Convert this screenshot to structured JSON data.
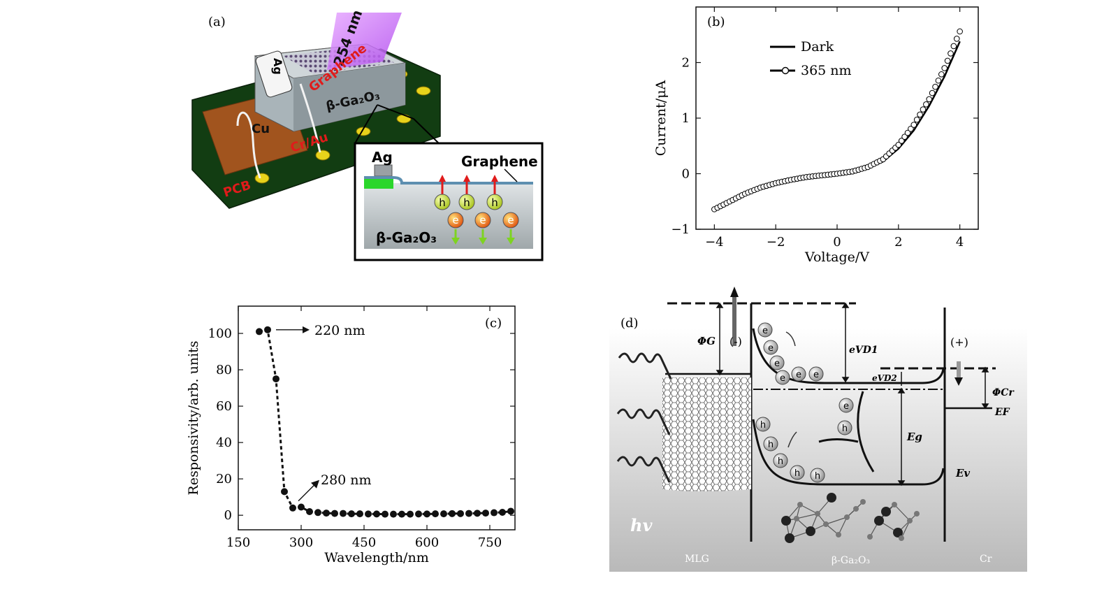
{
  "panels": {
    "a": {
      "label": "(a)",
      "uv": "254 nm",
      "ag_top": "Ag",
      "graphene_top": "Graphene",
      "substrate_top": "β-Ga₂O₃",
      "cu": "Cu",
      "crau": "Cr/Au",
      "pcb": "PCB",
      "inset": {
        "ag": "Ag",
        "graphene": "Graphene",
        "substrate": "β-Ga₂O₃",
        "hole": "h",
        "electron": "e"
      }
    },
    "d": {
      "label": "(d)",
      "phi_g": "ΦG",
      "minus": "(-)",
      "plus": "(+)",
      "evd1": "eVD1",
      "evd2": "eVD2",
      "phi_cr": "ΦCr",
      "ef": "EF",
      "eg": "Eg",
      "ev": "Ev",
      "hv": "hv",
      "mlg": "MLG",
      "ga2o3": "β-Ga₂O₃",
      "cr": "Cr",
      "electron": "e",
      "hole": "h"
    }
  },
  "chart_data": [
    {
      "panel": "(b)",
      "type": "line",
      "xlabel": "Voltage/V",
      "ylabel": "Current/μA",
      "xlim": [
        -4.6,
        4.6
      ],
      "ylim": [
        -1.0,
        3.0
      ],
      "xticks": [
        -4,
        -2,
        0,
        2,
        4
      ],
      "xtick_labels": [
        "−4",
        "−2",
        "0",
        "2",
        "4"
      ],
      "yticks": [
        -1,
        0,
        1,
        2
      ],
      "ytick_labels": [
        "−1",
        "0",
        "1",
        "2"
      ],
      "legend_position": "top-left",
      "series": [
        {
          "name": "Dark",
          "style": "solid",
          "x": [
            -4.0,
            -3.5,
            -3.0,
            -2.5,
            -2.0,
            -1.5,
            -1.0,
            -0.5,
            0.0,
            0.5,
            1.0,
            1.5,
            2.0,
            2.5,
            3.0,
            3.5,
            4.0
          ],
          "y": [
            -0.64,
            -0.5,
            -0.36,
            -0.25,
            -0.17,
            -0.11,
            -0.06,
            -0.03,
            0.0,
            0.03,
            0.1,
            0.22,
            0.45,
            0.78,
            1.22,
            1.75,
            2.38
          ]
        },
        {
          "name": "365 nm",
          "style": "open-circles",
          "x": [
            -4.0,
            -3.5,
            -3.0,
            -2.5,
            -2.0,
            -1.5,
            -1.0,
            -0.5,
            0.0,
            0.5,
            1.0,
            1.5,
            2.0,
            2.5,
            3.0,
            3.5,
            4.0
          ],
          "y": [
            -0.64,
            -0.5,
            -0.36,
            -0.25,
            -0.17,
            -0.11,
            -0.06,
            -0.03,
            0.0,
            0.04,
            0.12,
            0.26,
            0.52,
            0.88,
            1.34,
            1.9,
            2.56
          ]
        }
      ]
    },
    {
      "panel": "(c)",
      "type": "line",
      "xlabel": "Wavelength/nm",
      "ylabel": "Responsivity/arb. units",
      "xlim": [
        150,
        810
      ],
      "ylim": [
        -8,
        115
      ],
      "xticks": [
        150,
        300,
        450,
        600,
        750
      ],
      "xtick_labels": [
        "150",
        "300",
        "450",
        "600",
        "750"
      ],
      "yticks": [
        0,
        20,
        40,
        60,
        80,
        100
      ],
      "ytick_labels": [
        "0",
        "20",
        "40",
        "60",
        "80",
        "100"
      ],
      "annotations": [
        {
          "text": "220 nm",
          "x": 220,
          "y": 102
        },
        {
          "text": "280 nm",
          "x": 280,
          "y": 4
        }
      ],
      "series": [
        {
          "name": "",
          "style": "dotted-markers",
          "x": [
            200,
            220,
            240,
            260,
            280,
            300,
            320,
            340,
            360,
            380,
            400,
            420,
            440,
            460,
            480,
            500,
            520,
            540,
            560,
            580,
            600,
            620,
            640,
            660,
            680,
            700,
            720,
            740,
            760,
            780,
            800
          ],
          "y": [
            101,
            102,
            75,
            13,
            4,
            4.5,
            2,
            1.5,
            1.2,
            1,
            1,
            0.8,
            0.8,
            0.7,
            0.7,
            0.6,
            0.6,
            0.6,
            0.6,
            0.7,
            0.7,
            0.8,
            0.8,
            0.9,
            0.9,
            1,
            1.1,
            1.2,
            1.4,
            1.6,
            2.2
          ]
        }
      ]
    }
  ]
}
